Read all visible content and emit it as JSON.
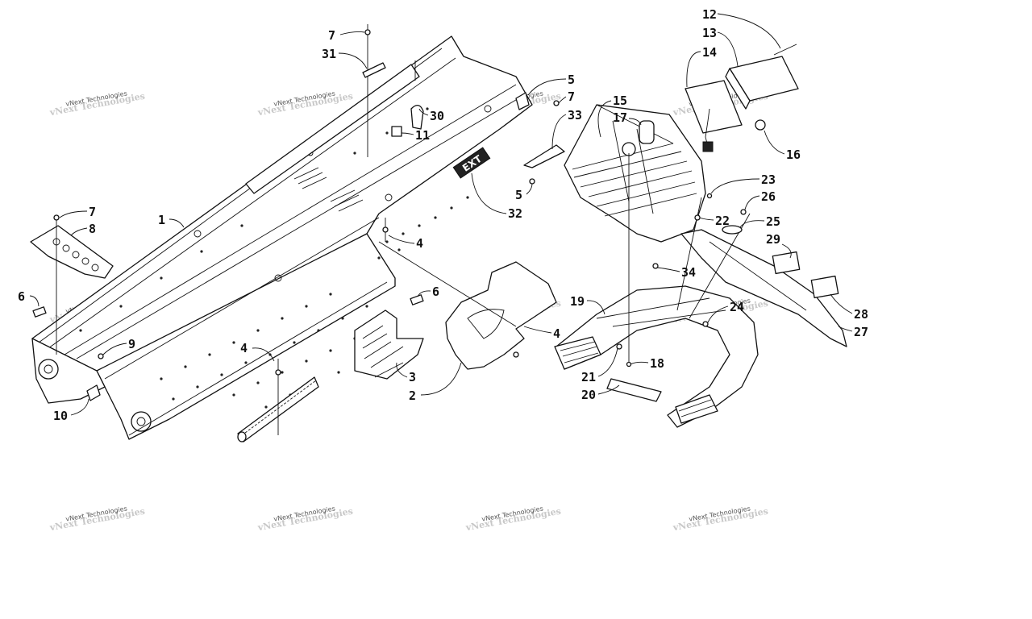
{
  "diagram": {
    "watermark": {
      "line1": "vNext Technologies",
      "line2": "vNext Technologies"
    },
    "callouts": [
      {
        "id": "c1",
        "label": "1"
      },
      {
        "id": "c2",
        "label": "2"
      },
      {
        "id": "c3",
        "label": "3"
      },
      {
        "id": "c4a",
        "label": "4"
      },
      {
        "id": "c4b",
        "label": "4"
      },
      {
        "id": "c4c",
        "label": "4"
      },
      {
        "id": "c5a",
        "label": "5"
      },
      {
        "id": "c5b",
        "label": "5"
      },
      {
        "id": "c6a",
        "label": "6"
      },
      {
        "id": "c6b",
        "label": "6"
      },
      {
        "id": "c7a",
        "label": "7"
      },
      {
        "id": "c7b",
        "label": "7"
      },
      {
        "id": "c7c",
        "label": "7"
      },
      {
        "id": "c8",
        "label": "8"
      },
      {
        "id": "c9",
        "label": "9"
      },
      {
        "id": "c10",
        "label": "10"
      },
      {
        "id": "c11",
        "label": "11"
      },
      {
        "id": "c12",
        "label": "12"
      },
      {
        "id": "c13",
        "label": "13"
      },
      {
        "id": "c14",
        "label": "14"
      },
      {
        "id": "c15",
        "label": "15"
      },
      {
        "id": "c16",
        "label": "16"
      },
      {
        "id": "c17",
        "label": "17"
      },
      {
        "id": "c18",
        "label": "18"
      },
      {
        "id": "c19",
        "label": "19"
      },
      {
        "id": "c20",
        "label": "20"
      },
      {
        "id": "c21",
        "label": "21"
      },
      {
        "id": "c22",
        "label": "22"
      },
      {
        "id": "c23",
        "label": "23"
      },
      {
        "id": "c24",
        "label": "24"
      },
      {
        "id": "c25",
        "label": "25"
      },
      {
        "id": "c26",
        "label": "26"
      },
      {
        "id": "c27",
        "label": "27"
      },
      {
        "id": "c28",
        "label": "28"
      },
      {
        "id": "c29",
        "label": "29"
      },
      {
        "id": "c30",
        "label": "30"
      },
      {
        "id": "c31",
        "label": "31"
      },
      {
        "id": "c32",
        "label": "32"
      },
      {
        "id": "c33",
        "label": "33"
      },
      {
        "id": "c34",
        "label": "34"
      }
    ],
    "decal_text": "EXT"
  }
}
